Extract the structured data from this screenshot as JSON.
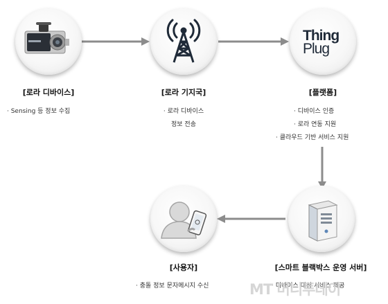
{
  "nodes": {
    "lora_device": {
      "title": "[로라 디바이스]",
      "desc": [
        "· Sensing 등 정보 수집"
      ]
    },
    "lora_gateway": {
      "title": "[로라 기지국]",
      "desc": [
        "· 로라 디바이스",
        "정보 전송"
      ]
    },
    "platform": {
      "title": "[플랫폼]",
      "logo_line1": "Thing",
      "logo_line2": "Plug",
      "desc": [
        "· 디바이스 인증",
        "· 로라 연동 지원",
        "· 클라우드 기반 서비스 지원"
      ]
    },
    "server": {
      "title": "[스마트 블랙박스 운영 서버]",
      "desc": [
        "· 디바이스 대상 서비스 제공"
      ]
    },
    "user": {
      "title": "[사용자]",
      "desc": [
        "· 충돌 정보 문자메시지 수신"
      ]
    }
  },
  "watermark": "MT 머니투데이",
  "colors": {
    "arrow": "#8c8c8c",
    "icon_dark": "#1f2a38"
  }
}
